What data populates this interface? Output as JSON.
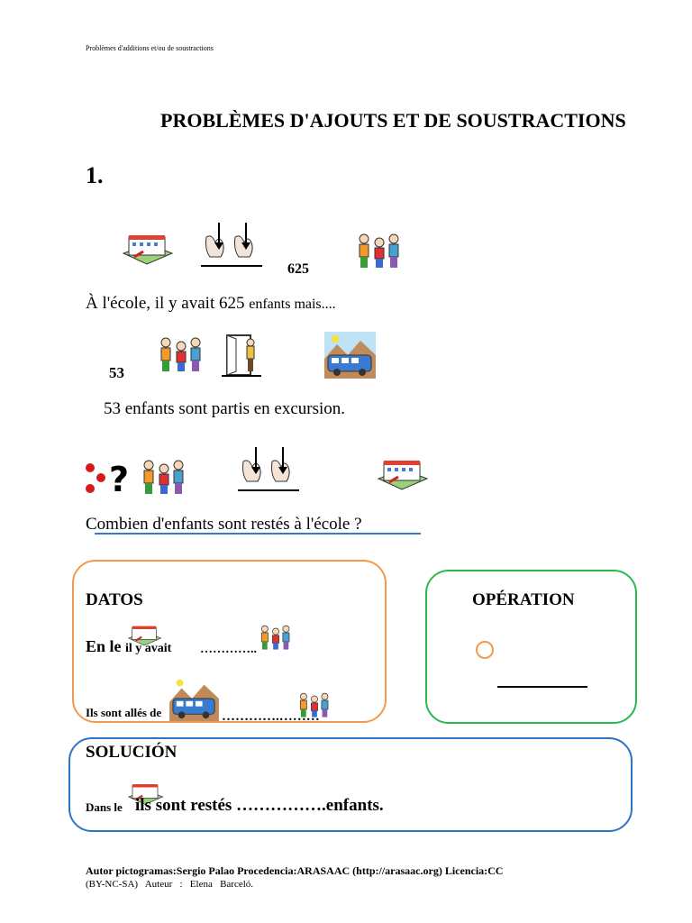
{
  "header": {
    "small_title": "Problèmes d'additions et/ou de soustractions"
  },
  "title": "PROBLÈMES D'AJOUTS ET DE SOUSTRACTIONS",
  "problem_number": "1.",
  "pictos_row1_number": "625",
  "sentence1_main": "À l'école, il y avait 625 ",
  "sentence1_small": "enfants mais....",
  "pictos_row2_number": "53",
  "sentence2": "53 enfants sont partis en excursion.",
  "question": "Combien d'enfants sont restés à l'école ?",
  "datos": {
    "heading": "DATOS",
    "line1_big": "En le ",
    "line1_small": "il y avait ",
    "line1_dots": "…………..",
    "line2_label": "Ils sont allés de",
    "line2_dots": "………….……… "
  },
  "operation": {
    "heading": "OPÉRATION"
  },
  "solution": {
    "heading": "SOLUCIÓN",
    "prefix": "Dans le ",
    "text": "ils sont restés …………….enfants."
  },
  "footer": {
    "line1": "Autor pictogramas:Sergio Palao Procedencia:ARASAAC (http://arasaac.org) Licencia:CC",
    "line2": "(BY-NC-SA)   Auteur   :   Elena   Barceló."
  },
  "colors": {
    "orange": "#f39a4a",
    "green": "#2db84d",
    "blue": "#2d74c7",
    "red_dots": "#d61a1a"
  },
  "icons": [
    "school-icon",
    "hands-take-away-icon",
    "children-icon",
    "door-exit-icon",
    "bus-excursion-icon",
    "question-dots-icon"
  ]
}
